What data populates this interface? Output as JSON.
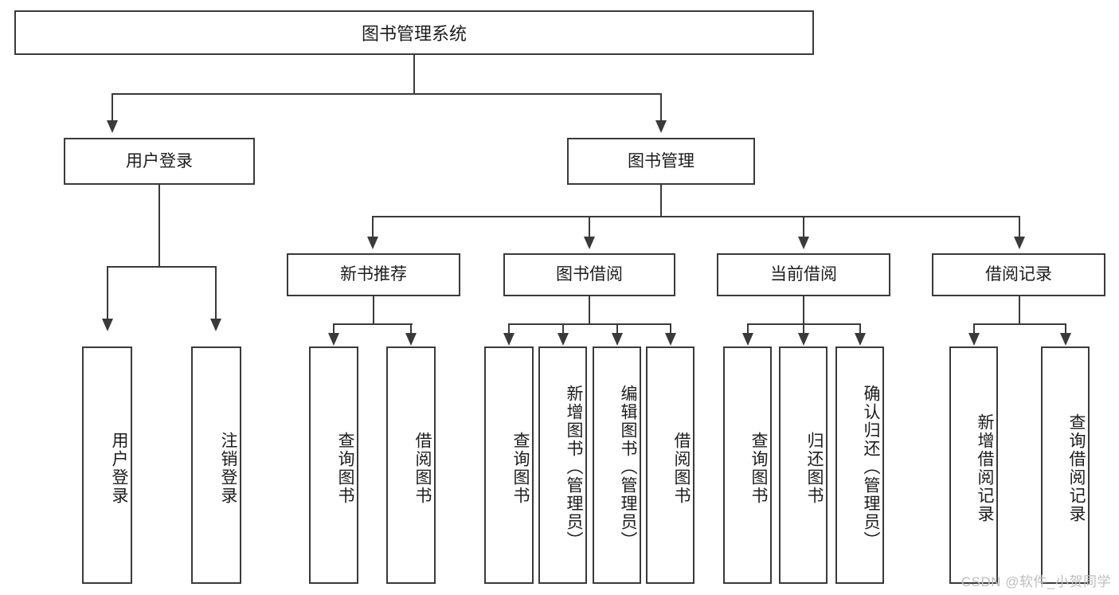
{
  "diagram": {
    "type": "tree-hierarchy",
    "title": "图书管理系统",
    "root": {
      "label": "图书管理系统"
    },
    "level2": [
      {
        "id": "user-login",
        "label": "用户登录"
      },
      {
        "id": "book-management",
        "label": "图书管理"
      }
    ],
    "level3": [
      {
        "id": "new-book-recommend",
        "label": "新书推荐",
        "parent": "book-management"
      },
      {
        "id": "book-borrow",
        "label": "图书借阅",
        "parent": "book-management"
      },
      {
        "id": "current-borrow",
        "label": "当前借阅",
        "parent": "book-management"
      },
      {
        "id": "borrow-record",
        "label": "借阅记录",
        "parent": "book-management"
      }
    ],
    "leaves": [
      {
        "id": "leaf-user-login",
        "label": "用户登录",
        "parent": "user-login"
      },
      {
        "id": "leaf-user-logout",
        "label": "注销登录",
        "parent": "user-login"
      },
      {
        "id": "leaf-query-book-1",
        "label": "查询图书",
        "parent": "new-book-recommend"
      },
      {
        "id": "leaf-borrow-book-1",
        "label": "借阅图书",
        "parent": "new-book-recommend"
      },
      {
        "id": "leaf-query-book-2",
        "label": "查询图书",
        "parent": "book-borrow"
      },
      {
        "id": "leaf-add-book",
        "label": "新增图书（管理员）",
        "parent": "book-borrow"
      },
      {
        "id": "leaf-edit-book",
        "label": "编辑图书（管理员）",
        "parent": "book-borrow"
      },
      {
        "id": "leaf-borrow-book-2",
        "label": "借阅图书",
        "parent": "book-borrow"
      },
      {
        "id": "leaf-query-book-3",
        "label": "查询图书",
        "parent": "current-borrow"
      },
      {
        "id": "leaf-return-book",
        "label": "归还图书",
        "parent": "current-borrow"
      },
      {
        "id": "leaf-confirm-return",
        "label": "确认归还（管理员）",
        "parent": "current-borrow"
      },
      {
        "id": "leaf-add-record",
        "label": "新增借阅记录",
        "parent": "borrow-record"
      },
      {
        "id": "leaf-query-record",
        "label": "查询借阅记录",
        "parent": "borrow-record"
      }
    ]
  },
  "watermark": {
    "text": "CSDN @软件_小贺同学"
  },
  "colors": {
    "border": "#3a3a3a",
    "text": "#1c1c1c",
    "background": "#ffffff",
    "watermark": "#bdbdbd"
  }
}
